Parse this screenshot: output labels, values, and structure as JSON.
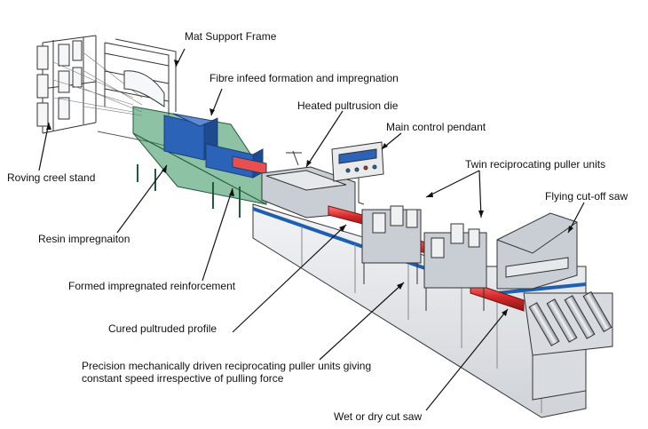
{
  "labels": {
    "mat_support_frame": "Mat Support Frame",
    "fibre_infeed": "Fibre infeed formation and impregnation",
    "heated_die": "Heated pultrusion die",
    "control_pendant": "Main control pendant",
    "roving_creel": "Roving creel stand",
    "twin_pullers": "Twin reciprocating puller units",
    "flying_saw": "Flying cut-off saw",
    "resin_impregnation": "Resin impregnaiton",
    "formed_reinforcement": "Formed impregnated reinforcement",
    "cured_profile": "Cured pultruded profile",
    "precision_pullers_line1": "Precision mechanically driven reciprocating puller units giving",
    "precision_pullers_line2": "constant speed irrespective of pulling force",
    "cut_saw": "Wet or dry cut saw"
  },
  "colors": {
    "frame_green": "#2f8f5a",
    "die_blue": "#2a63b7",
    "profile_red": "#d42a2a",
    "body_gray": "#e4e6ea",
    "stripe_blue": "#1f5fb0",
    "outline": "#333333"
  }
}
